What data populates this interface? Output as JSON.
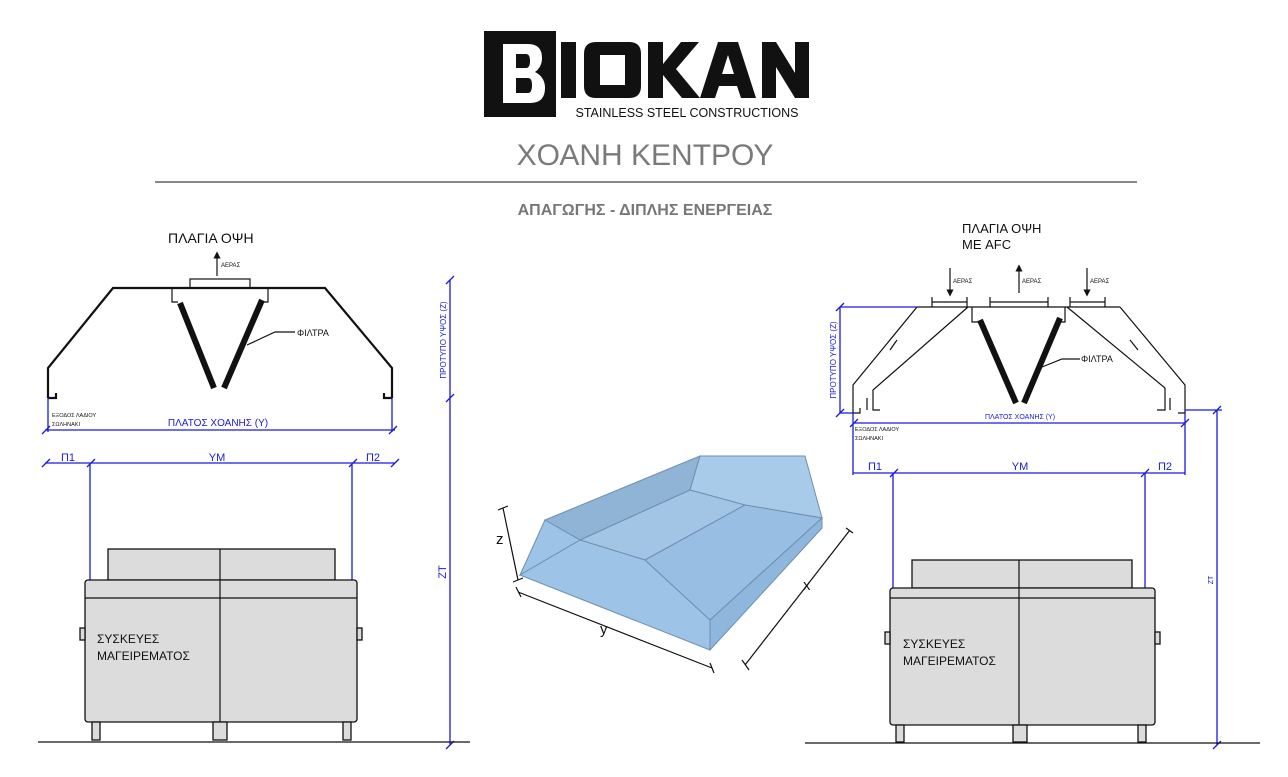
{
  "logo": {
    "brand": "BIOKAN",
    "tagline": "STAINLESS STEEL CONSTRUCTIONS"
  },
  "title": "ΧΟΑΝΗ ΚΕΝΤΡΟΥ",
  "subtitle": "ΑΠΑΓΩΓΗΣ - ΔΙΠΛΗΣ ΕΝΕΡΓΕΙΑΣ",
  "left_view": {
    "title": "ΠΛΑΓΙΑ ΟΨΗ",
    "air_label": "ΑΕΡΑΣ",
    "filter_label": "ΦΙΛΤΡΑ",
    "oil_outlet_line1": "ΕΞΟΔΟΣ ΛΑΔΙΟΥ",
    "oil_outlet_line2": "ΣΩΛΗΝΑΚΙ",
    "width_label": "ΠΛΑΤΟΣ ΧΟΑΝΗΣ (Υ)",
    "p1": "Π1",
    "ym": "ΥΜ",
    "p2": "Π2",
    "height_label": "ΠΡΟΤΥΠΟ ΥΨΟΣ (Ζ)",
    "zt_label": "ΖΤ",
    "appliance_line1": "ΣΥΣΚΕΥΕΣ",
    "appliance_line2": "ΜΑΓΕΙΡΕΜΑΤΟΣ"
  },
  "center_view": {
    "z": "z",
    "y": "y",
    "x": "x"
  },
  "right_view": {
    "title_line1": "ΠΛΑΓΙΑ ΟΨΗ",
    "title_line2": "ΜΕ AFC",
    "air_label": "ΑΕΡΑΣ",
    "filter_label": "ΦΙΛΤΡΑ",
    "oil_outlet_line1": "ΕΞΟΔΟΣ ΛΑΔΙΟΥ",
    "oil_outlet_line2": "ΣΩΛΗΝΑΚΙ",
    "width_label": "ΠΛΑΤΟΣ ΧΟΑΝΗΣ (Υ)",
    "p1": "Π1",
    "ym": "ΥΜ",
    "p2": "Π2",
    "height_label": "ΠΡΟΤΥΠΟ ΥΨΟΣ (Ζ)",
    "zt_label": "ZT",
    "appliance_line1": "ΣΥΣΚΕΥΕΣ",
    "appliance_line2": "ΜΑΓΕΙΡΕΜΑΤΟΣ"
  },
  "colors": {
    "dimension": "#1a1adc",
    "hood_3d": "#9dc3e6",
    "appliance": "#dcdcdc"
  }
}
